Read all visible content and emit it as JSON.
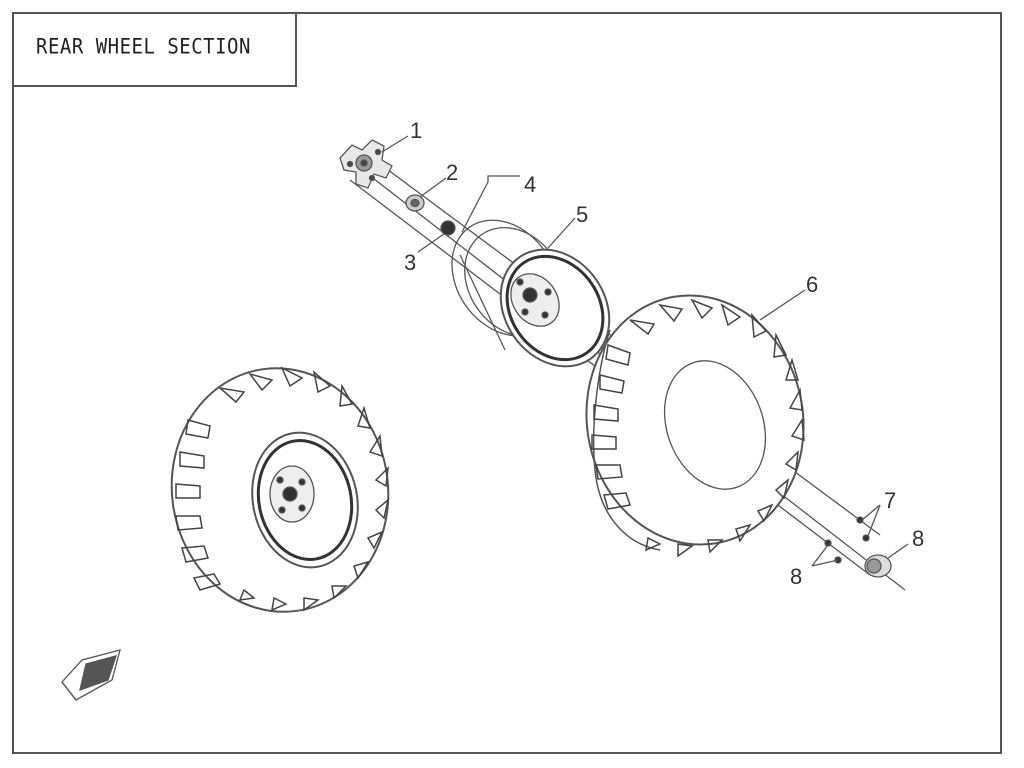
{
  "title": "REAR WHEEL SECTION",
  "callouts": [
    {
      "id": "1",
      "text": "1"
    },
    {
      "id": "2",
      "text": "2"
    },
    {
      "id": "3",
      "text": "3"
    },
    {
      "id": "4",
      "text": "4"
    },
    {
      "id": "5",
      "text": "5"
    },
    {
      "id": "6",
      "text": "6"
    },
    {
      "id": "7",
      "text": "7"
    },
    {
      "id": "8a",
      "text": "8"
    },
    {
      "id": "8b",
      "text": "8"
    }
  ],
  "parts": [
    "hub",
    "washer",
    "nut",
    "rim-inner",
    "rim",
    "tire",
    "valve",
    "lug-nut",
    "assembled-wheel"
  ],
  "icons": {
    "direction_indicator": "front-arrow-icon"
  },
  "colors": {
    "line": "#555555",
    "frame": "#555555",
    "text": "#222222"
  }
}
